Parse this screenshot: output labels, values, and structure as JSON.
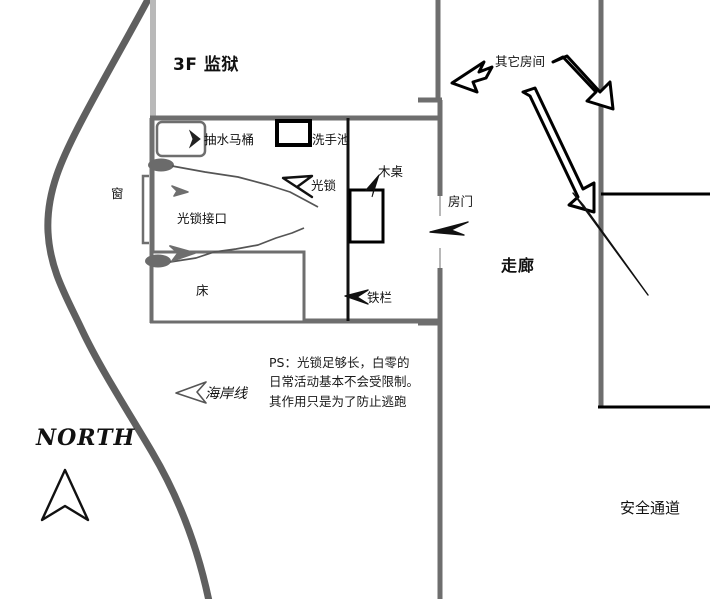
{
  "diagram": {
    "title": "3F 监狱",
    "floor_label": "3F 监狱",
    "colors": {
      "wall_gray": "#6e6e6e",
      "wall_black": "#000000",
      "coastline": "#5f5f5f",
      "chain": "#555555",
      "text": "#111111",
      "background": "#ffffff"
    }
  },
  "cell": {
    "title": "3F 监狱",
    "fixtures": [
      {
        "name": "toilet",
        "label": "抽水马桶"
      },
      {
        "name": "sink",
        "label": "洗手池"
      },
      {
        "name": "bed",
        "label": "床"
      },
      {
        "name": "desk",
        "label": "木桌"
      },
      {
        "name": "window",
        "label": "窗"
      },
      {
        "name": "iron-bars",
        "label": "铁栏"
      }
    ],
    "light_lock": {
      "lock_label": "光锁",
      "port_label": "光锁接口"
    },
    "door_label": "房门"
  },
  "corridor": {
    "label": "走廊",
    "other_rooms_label": "其它房间",
    "safety_exit_label": "安全通道"
  },
  "geography": {
    "coastline_label": "海岸线",
    "compass_label": "NORTH"
  },
  "note": {
    "text": "PS：光锁足够长，白零的日常活动基本不会受限制。其作用只是为了防止逃跑"
  }
}
